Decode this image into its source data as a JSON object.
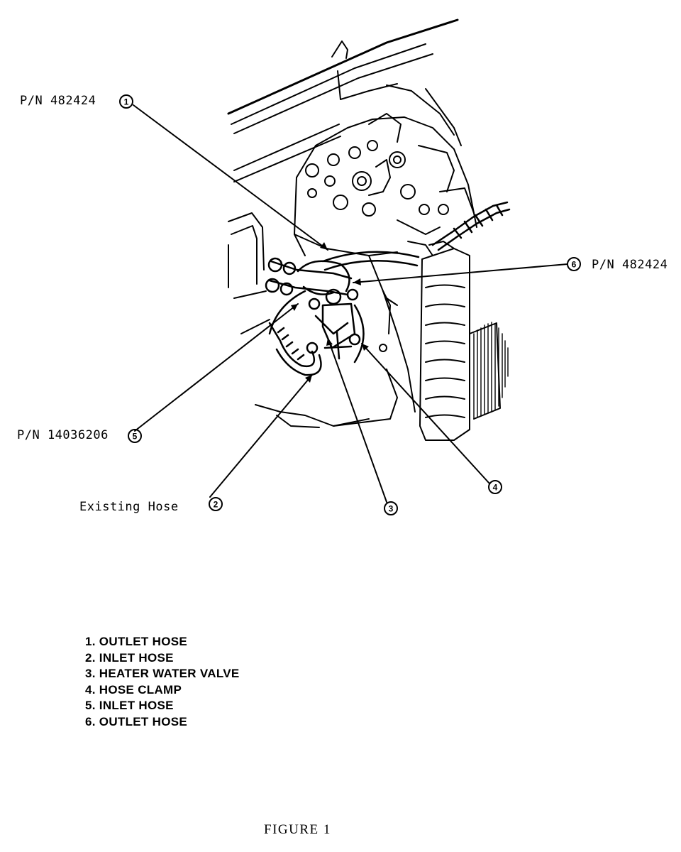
{
  "callouts": {
    "c1": {
      "number": "1",
      "part": "P/N 482424"
    },
    "c2": {
      "number": "2",
      "part": "Existing Hose"
    },
    "c3": {
      "number": "3"
    },
    "c4": {
      "number": "4"
    },
    "c5": {
      "number": "5",
      "part": "P/N 14036206"
    },
    "c6": {
      "number": "6",
      "part": "P/N 482424"
    }
  },
  "legend": [
    "1. OUTLET HOSE",
    "2. INLET HOSE",
    "3. HEATER WATER VALVE",
    "4. HOSE CLAMP",
    "5. INLET HOSE",
    "6. OUTLET HOSE"
  ],
  "caption": "FIGURE 1"
}
